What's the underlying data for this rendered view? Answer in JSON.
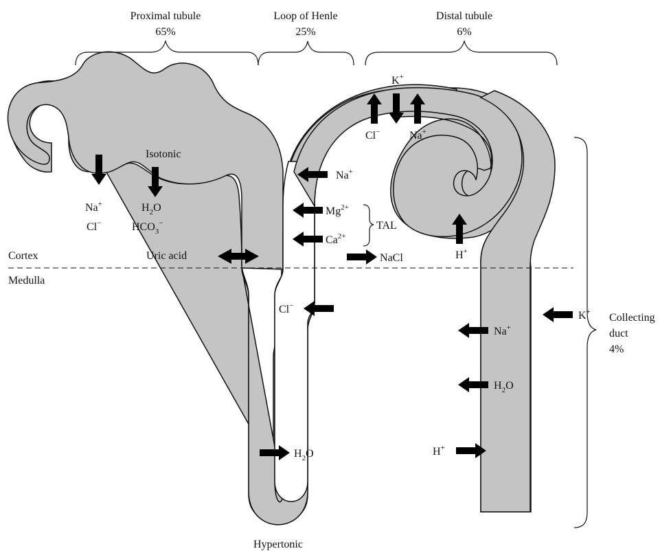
{
  "colors": {
    "tubule_fill": "#c4c4c4",
    "outline": "#111111",
    "arrow": "#000000"
  },
  "segments": {
    "proximal": {
      "name": "Proximal tubule",
      "pct": "65%"
    },
    "loop": {
      "name": "Loop of Henle",
      "pct": "25%"
    },
    "distal": {
      "name": "Distal tubule",
      "pct": "6%"
    },
    "collecting": {
      "line1": "Collecting",
      "line2": "duct",
      "pct": "4%"
    }
  },
  "zones": {
    "cortex": "Cortex",
    "medulla": "Medulla"
  },
  "labels": {
    "isotonic": "Isotonic",
    "hypertonic": "Hypertonic",
    "tal": "TAL",
    "uric_acid": "Uric acid",
    "nacl": "NaCl",
    "na": "Na",
    "cl": "Cl",
    "k": "K",
    "h": "H",
    "mg": "Mg",
    "ca": "Ca",
    "h2o_h": "H",
    "h2o_o": "O",
    "hco3": "HCO",
    "sub2": "2",
    "sub3": "3",
    "plus": "+",
    "minus": "−",
    "two_plus": "2+"
  },
  "arrow_icons": "block-arrow-icon"
}
